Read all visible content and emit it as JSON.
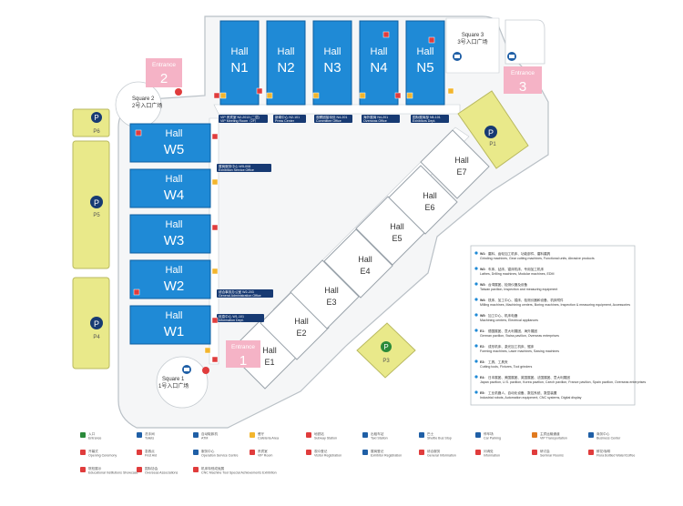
{
  "colors": {
    "hall_blue": "#1f8ad6",
    "entrance_pink": "#f5b3c6",
    "parking_yellow": "#e9e98a",
    "label_navy": "#173a73"
  },
  "north_halls": [
    {
      "hall": "Hall",
      "name": "N1"
    },
    {
      "hall": "Hall",
      "name": "N2"
    },
    {
      "hall": "Hall",
      "name": "N3"
    },
    {
      "hall": "Hall",
      "name": "N4"
    },
    {
      "hall": "Hall",
      "name": "N5"
    }
  ],
  "west_halls": [
    {
      "hall": "Hall",
      "name": "W5"
    },
    {
      "hall": "Hall",
      "name": "W4"
    },
    {
      "hall": "Hall",
      "name": "W3"
    },
    {
      "hall": "Hall",
      "name": "W2"
    },
    {
      "hall": "Hall",
      "name": "W1"
    }
  ],
  "east_halls": [
    {
      "hall": "Hall",
      "name": "E1"
    },
    {
      "hall": "Hall",
      "name": "E2"
    },
    {
      "hall": "Hall",
      "name": "E3"
    },
    {
      "hall": "Hall",
      "name": "E4"
    },
    {
      "hall": "Hall",
      "name": "E5"
    },
    {
      "hall": "Hall",
      "name": "E6"
    },
    {
      "hall": "Hall",
      "name": "E7"
    }
  ],
  "parkings": [
    "P1",
    "P3",
    "P4",
    "P5",
    "P6"
  ],
  "entrances": [
    {
      "label": "Entrance",
      "number": "1"
    },
    {
      "label": "Entrance",
      "number": "2"
    },
    {
      "label": "Entrance",
      "number": "3"
    }
  ],
  "squares": [
    {
      "en": "Square 1",
      "cn": "1号入口广场"
    },
    {
      "en": "Square 2",
      "cn": "2号入口广场"
    },
    {
      "en": "Square 3",
      "cn": "3号入口广场"
    }
  ],
  "info_tags": [
    "VIP 贵宾室 N2-2013 (二层) / VIP Meeting Room（2F）",
    "新闻中心 N2-101 / Press Center",
    "观察团接待处 N4-201 / Committee Office",
    "海外展商 N4-201 / Overseas Office",
    "国际展商部 N5-101 / Exhibitors Dept.",
    "展商服务中心 W5-008 / Exhibition Service Office",
    "综合事务办公室 W2-203 / General Administration Office",
    "信息中心 W1-101 / Information Dept."
  ],
  "exhibit_legend": [
    {
      "hall": "W1",
      "cn": "磨料、齿轮加工机床、功能部件、磨料磨具",
      "en": "Grinding machines, Gear cutting machines, Functional units, Abrasive products"
    },
    {
      "hall": "W2",
      "cn": "车床、钻床、镗床机床、专用加工机床",
      "en": "Lathes, Drilling machines, Modular machines, EDM"
    },
    {
      "hall": "W3",
      "cn": "台湾展团、检测仪器及设备",
      "en": "Taiwan pavilion, Inspection and measuring equipment"
    },
    {
      "hall": "W4",
      "cn": "铣床、加工中心、镗床、检测仪器和设备、机床附件",
      "en": "Milling machines, Machining centers, Boring machines, Inspection & measuring equipment, Accessories"
    },
    {
      "hall": "W5",
      "cn": "加工中心、机床电器",
      "en": "Machining centers, Electrical appliances"
    },
    {
      "hall": "E1",
      "cn": "德国展团、意大利展团、海外展团",
      "en": "German pavilion, Swiss pavilion, Overseas enterprises"
    },
    {
      "hall": "E2",
      "cn": "成形机床、激光加工机床、锯床",
      "en": "Forming machines, Laser machines, Sawing machines"
    },
    {
      "hall": "E3",
      "cn": "工具、工具夹",
      "en": "Cutting tools, Fixtures, Tool grinders"
    },
    {
      "hall": "E4",
      "cn": "日本展团、美国展团、英国展团、法国展团、意大利展团",
      "en": "Japan pavilion, U.S. pavilion, Korea pavilion, Czech pavilion, France pavilion, Spain pavilion, Overseas enterprises"
    },
    {
      "hall": "E5",
      "cn": "工业机器人、自动化设备、数控系统、数显装置",
      "en": "Industrial robots, Automation equipment, CNC systems, Digital display"
    }
  ],
  "bottom_legend": [
    "入口 Entrance",
    "洗手间 Toilets",
    "自动取款机 ATM",
    "餐厅 Cafeteria Area",
    "地铁站 Subway Station",
    "出租车站 Taxi Station",
    "巴士 Shuttle Bus Stop",
    "停车场 Car Parking",
    "主宾运输通道 VIP Transportation",
    "商务中心 Business Center",
    "开幕式 Opening Ceremony",
    "急救点 First Aid",
    "服务中心 Operation Service Centre",
    "贵宾室 VIP Room",
    "观众登记 Visitor Registration",
    "展商登记 Exhibitor Registration",
    "综合服务 General Information",
    "问询处 Information",
    "研讨会 Seminar Rooms",
    "鲜花/咖啡 Flora Bottled Water/Coffee",
    "院校展示 Educational Institutions Showcase",
    "国际协会 Overseas Associations",
    "机床特别成就展 CNC Machine Tool Special Achievements Exhibition"
  ]
}
